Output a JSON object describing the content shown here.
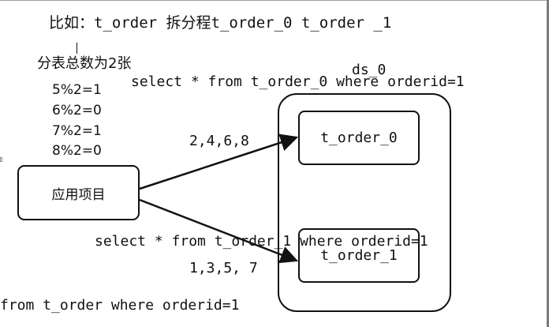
{
  "title": "比如：t_order 拆分程t_order_0 t_order _1",
  "caption": "分表总数为2张",
  "mod_examples": [
    "5%2=1",
    "6%2=0",
    "7%2=1",
    "8%2=0"
  ],
  "sql_top": "select * from t_order_0 where orderid=1",
  "sql_mid": "select * from t_order_1 where orderid=1",
  "sql_bottom": "from t_order where orderid=1",
  "ids_even": "2,4,6,8",
  "ids_odd": "1,3,5, 7",
  "app_box_label": "应用项目",
  "datasource_label": "ds_0",
  "table_0_label": "t_order_0",
  "table_1_label": "t_order_1"
}
